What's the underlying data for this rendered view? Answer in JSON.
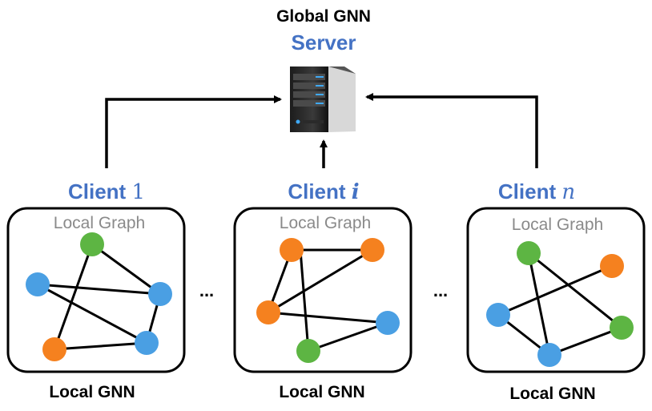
{
  "global_title": "Global GNN",
  "server_label": "Server",
  "clients": [
    {
      "name": "Client",
      "index": "1",
      "graph_label": "Local Graph",
      "model_label": "Local GNN"
    },
    {
      "name": "Client",
      "index": "i",
      "graph_label": "Local Graph",
      "model_label": "Local GNN"
    },
    {
      "name": "Client",
      "index": "n",
      "graph_label": "Local Graph",
      "model_label": "Local GNN"
    }
  ],
  "ellipsis": "...",
  "node_colors": {
    "blue": "#4A9FE3",
    "green": "#5DB543",
    "orange": "#F5811F"
  }
}
